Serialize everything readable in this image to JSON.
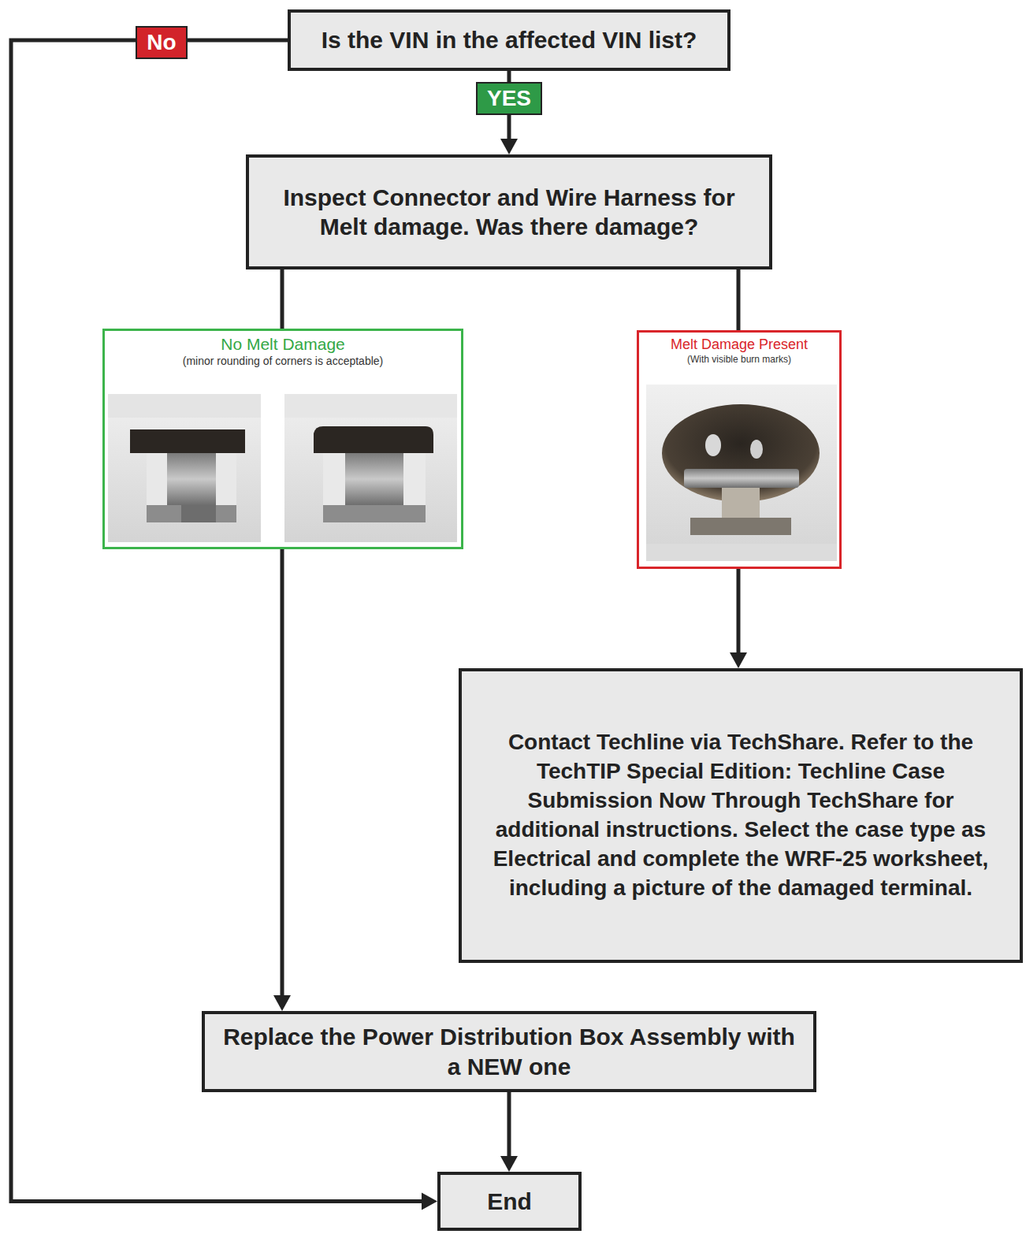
{
  "diagram": {
    "nodes": [
      {
        "text": [
          "Is the VIN in the affected VIN list?"
        ]
      },
      {
        "text": [
          "Inspect Connector and Wire Harness for Melt damage. Was there damage?"
        ]
      },
      {
        "text": [
          "No Melt Damage",
          "(minor rounding of corners is acceptable)"
        ]
      },
      {
        "text": [
          "Melt Damage Present",
          "(With visible burn marks)"
        ]
      },
      {
        "text": [
          "Contact Techline via TechShare. Refer to the TechTIP Special Edition: Techline Case Submission Now Through TechShare for additional instructions. Select the case type as Electrical and complete the WRF-25 worksheet, including a picture of the damaged terminal."
        ]
      },
      {
        "text": [
          "Replace the Power Distribution Box Assembly with a NEW one"
        ]
      },
      {
        "text": [
          "End"
        ]
      }
    ],
    "edges": [
      {
        "from": 0,
        "to": 6,
        "label": "No",
        "arrow": "to"
      },
      {
        "from": 0,
        "to": 1,
        "label": "YES",
        "arrow": "to"
      },
      {
        "from": 1,
        "to": 2,
        "arrow": "none"
      },
      {
        "from": 1,
        "to": 3,
        "arrow": "none"
      },
      {
        "from": 2,
        "to": 5,
        "arrow": "to"
      },
      {
        "from": 3,
        "to": 4,
        "arrow": "to"
      },
      {
        "from": 5,
        "to": 6,
        "arrow": "to"
      }
    ]
  }
}
